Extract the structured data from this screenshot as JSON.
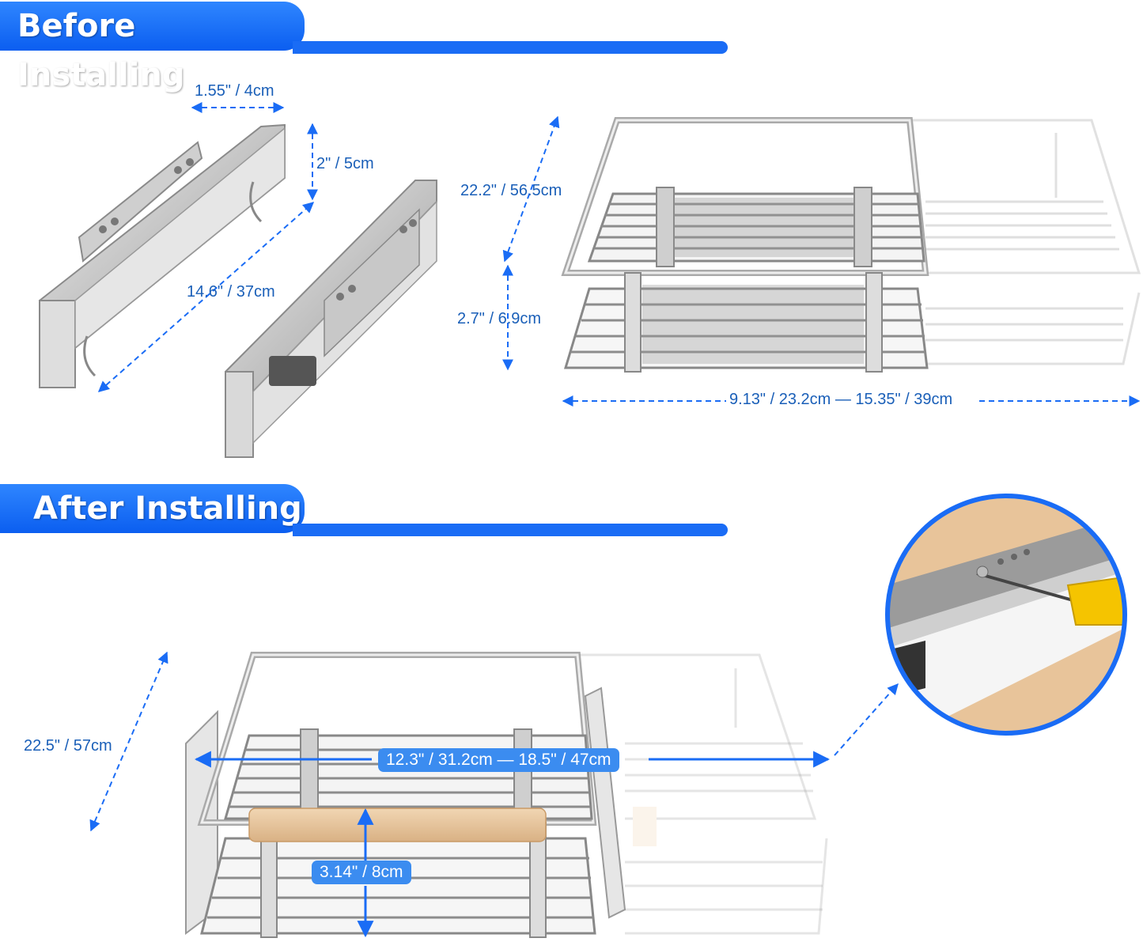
{
  "sections": {
    "before": "Before Installing",
    "after": "After Installing"
  },
  "dimensions": {
    "slide_width": "1.55\" / 4cm",
    "slide_height": "2\" / 5cm",
    "slide_length": "14.6\" / 37cm",
    "basket_depth": "22.2\" / 56.5cm",
    "basket_height": "2.7\" / 6.9cm",
    "basket_width": "9.13\" / 23.2cm — 15.35\" / 39cm",
    "installed_depth": "22.5\" / 57cm",
    "installed_width": "12.3\" / 31.2cm — 18.5\" / 47cm",
    "installed_height": "3.14\" / 8cm"
  },
  "colors": {
    "accent": "#1a6cf5",
    "dimension_text": "#1a5fb8",
    "wood": "#e8c49a",
    "screwdriver": "#f5c400"
  }
}
